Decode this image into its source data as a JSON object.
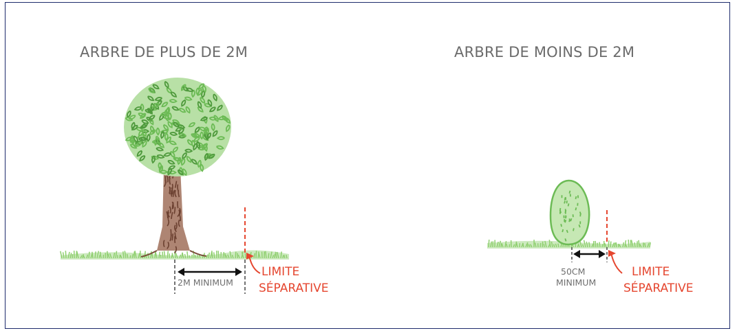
{
  "left_panel": {
    "title": "ARBRE DE PLUS DE 2M",
    "distance_label": "2M MINIMUM",
    "limit_label_line1": "LIMITE",
    "limit_label_line2": "SÉPARATIVE"
  },
  "right_panel": {
    "title": "ARBRE DE MOINS DE 2M",
    "distance_label_line1": "50CM",
    "distance_label_line2": "MINIMUM",
    "limit_label_line1": "LIMITE",
    "limit_label_line2": "SÉPARATIVE"
  },
  "colors": {
    "foliage": "#7cc364",
    "foliage_dark": "#5aa546",
    "grass": "#8fcf6f",
    "trunk": "#8a5a45",
    "limit_red": "#e5462f",
    "frame": "#1c2a6b",
    "text_grey": "#6b6b6b"
  }
}
